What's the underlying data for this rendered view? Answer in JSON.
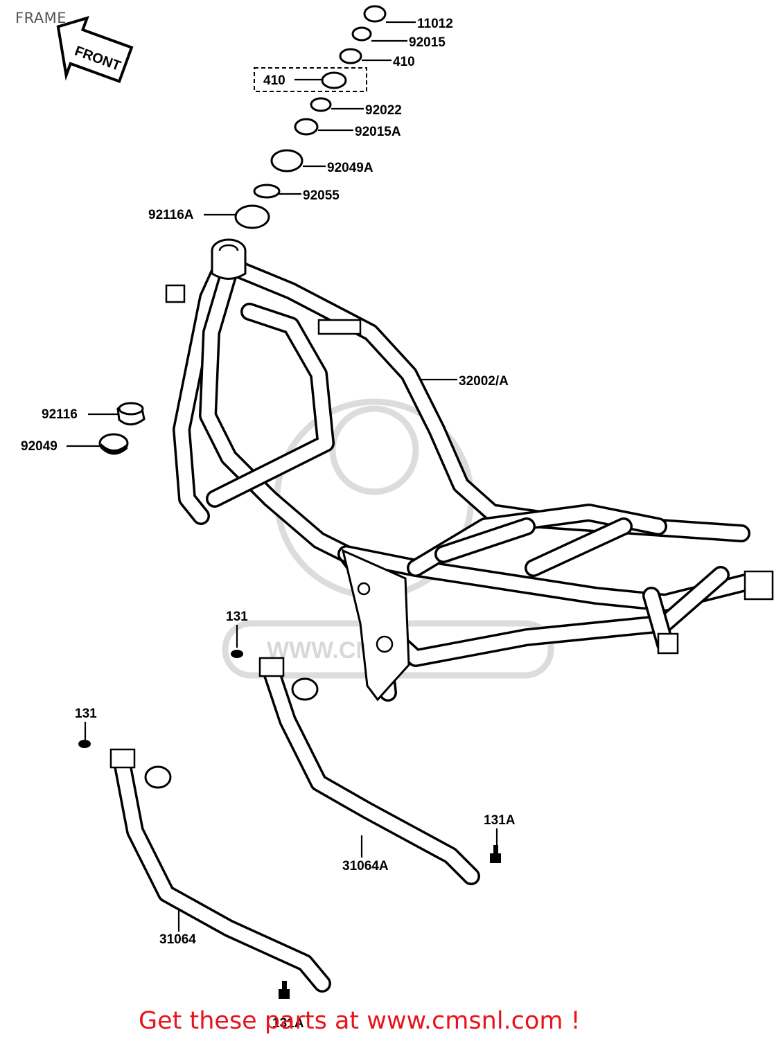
{
  "page": {
    "title": "FRAME"
  },
  "front_arrow": {
    "label": "FRONT"
  },
  "watermark": {
    "text": "WWW.CM"
  },
  "labels": [
    {
      "id": "11012",
      "text": "11012"
    },
    {
      "id": "92015",
      "text": "92015"
    },
    {
      "id": "410-a",
      "text": "410"
    },
    {
      "id": "410-b",
      "text": "410"
    },
    {
      "id": "92022",
      "text": "92022"
    },
    {
      "id": "92015A",
      "text": "92015A"
    },
    {
      "id": "92049A",
      "text": "92049A"
    },
    {
      "id": "92055",
      "text": "92055"
    },
    {
      "id": "92116A",
      "text": "92116A"
    },
    {
      "id": "32002A",
      "text": "32002/A"
    },
    {
      "id": "92116",
      "text": "92116"
    },
    {
      "id": "92049",
      "text": "92049"
    },
    {
      "id": "131-a",
      "text": "131"
    },
    {
      "id": "131-b",
      "text": "131"
    },
    {
      "id": "131A-a",
      "text": "131A"
    },
    {
      "id": "31064A",
      "text": "31064A"
    },
    {
      "id": "31064",
      "text": "31064"
    },
    {
      "id": "131A-b",
      "text": "131A"
    }
  ],
  "footer": {
    "text": "Get these parts at www.cmsnl.com !",
    "color": "#e8141b"
  }
}
